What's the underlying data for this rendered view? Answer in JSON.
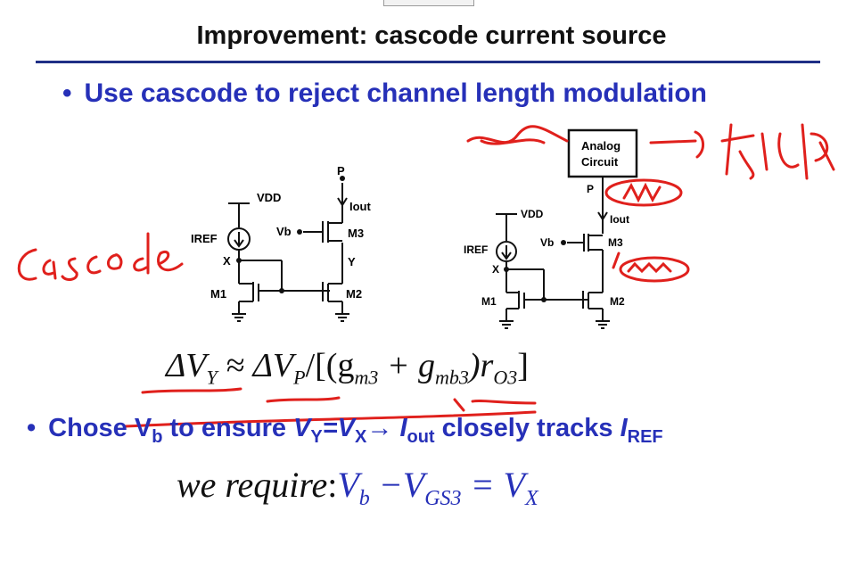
{
  "slide": {
    "title": "Improvement: cascode current source",
    "bullet1": "Use cascode to reject channel length modulation",
    "bullet2": {
      "part1": "Chose V",
      "sub1": "b",
      "part2": " to ensure ",
      "vy": "V",
      "vy_sub": "Y",
      "eqv": "=V",
      "vx_sub": "X",
      "arrow": "→ ",
      "iout": "I",
      "iout_sub": "out",
      "part3": " closely tracks ",
      "iref": "I",
      "iref_sub": "REF"
    }
  },
  "circuit_left": {
    "vdd": "VDD",
    "iref": "IREF",
    "x": "X",
    "m1": "M1",
    "m2": "M2",
    "m3": "M3",
    "vb": "Vb",
    "y": "Y",
    "p": "P",
    "iout": "Iout"
  },
  "circuit_right": {
    "analog_line1": "Analog",
    "analog_line2": "Circuit",
    "p": "P",
    "vdd": "VDD",
    "iref": "IREF",
    "x": "X",
    "vb": "Vb",
    "iout": "Iout",
    "m1": "M1",
    "m2": "M2",
    "m3": "M3"
  },
  "equations": {
    "eq1": {
      "dv": "ΔV",
      "y": "Y",
      "approx": " ≈ ΔV",
      "p": "P",
      "mid": "/[(g",
      "m3": "m3",
      "plus": " + g",
      "mb3": "mb3",
      "end": ")r",
      "o3": "O3",
      "close": "]"
    },
    "eq2": {
      "we": "we require",
      "colon": ":",
      "vb": "V",
      "b": "b",
      "minus": " −V",
      "gs3": "GS3",
      "equals": " = V",
      "x": "X"
    }
  },
  "annotations": {
    "cascode_text": "cascode",
    "color": "#e0201c"
  }
}
